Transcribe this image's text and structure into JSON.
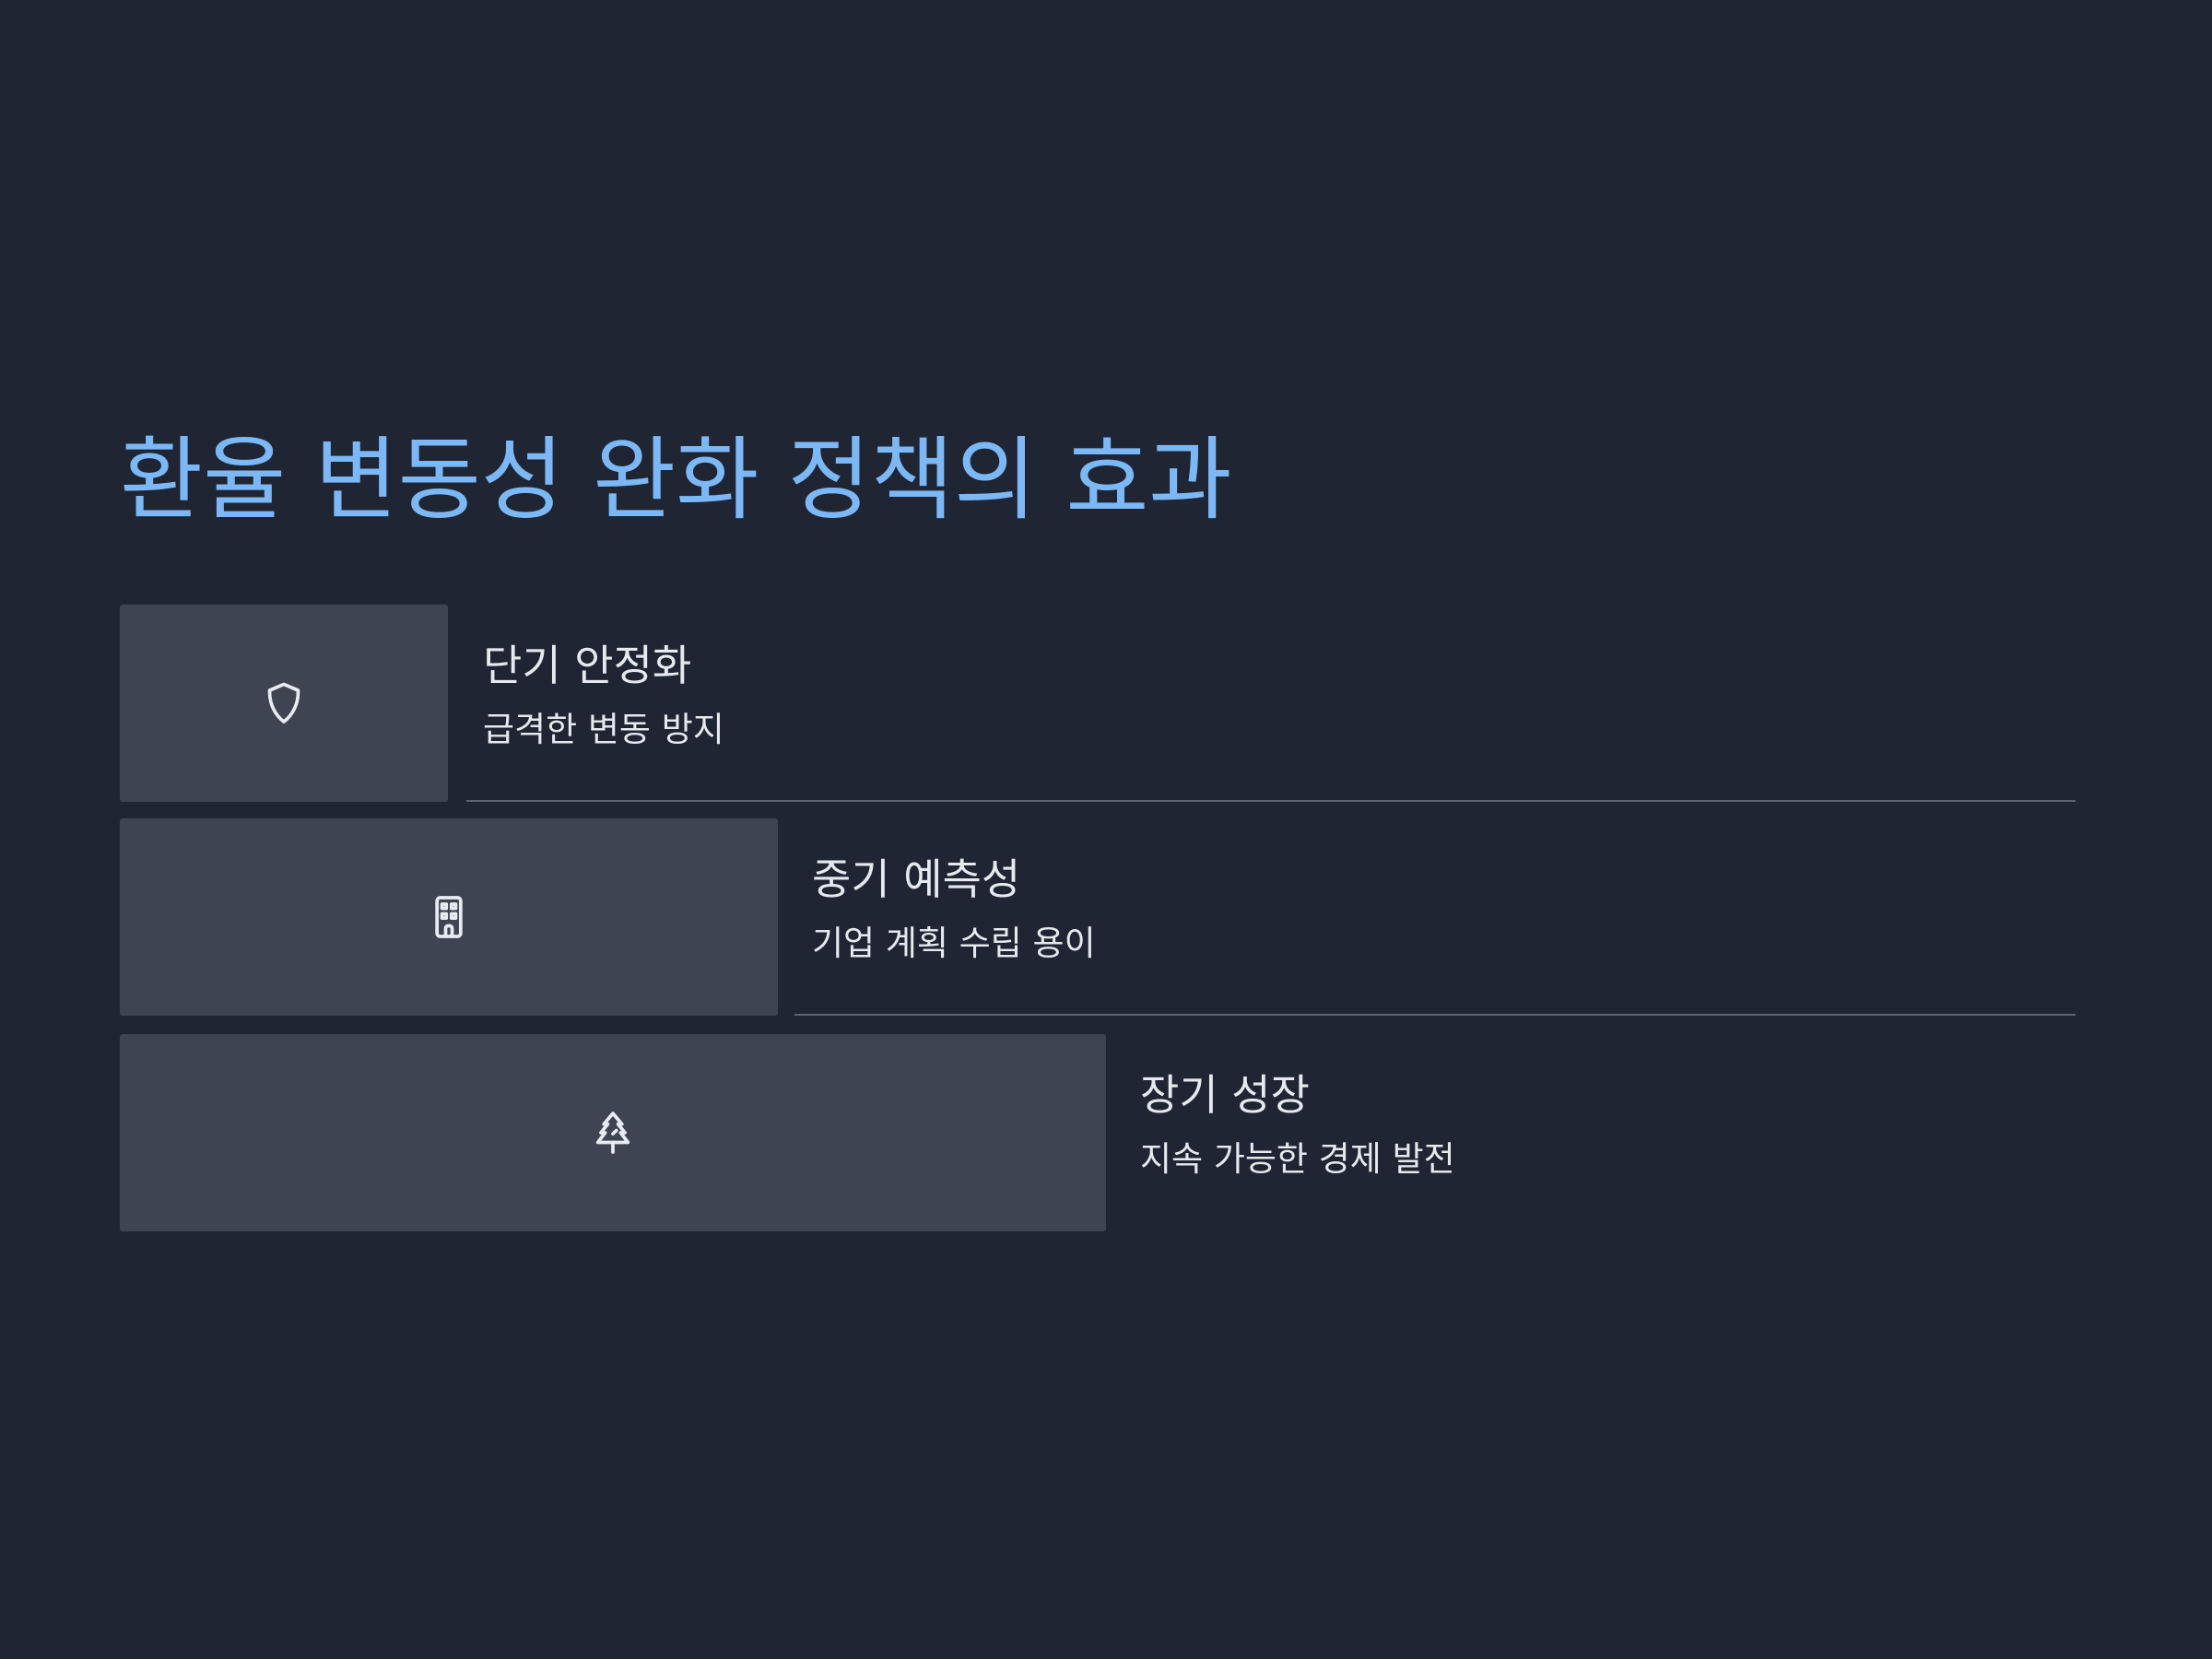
{
  "title": "환율 변동성 완화 정책의 효과",
  "items": [
    {
      "icon": "shield-icon",
      "heading": "단기 안정화",
      "description": "급격한 변동 방지"
    },
    {
      "icon": "building-icon",
      "heading": "중기 예측성",
      "description": "기업 계획 수립 용이"
    },
    {
      "icon": "tree-icon",
      "heading": "장기 성장",
      "description": "지속 가능한 경제 발전"
    }
  ],
  "colors": {
    "background": "#1f2532",
    "title": "#7cb7f6",
    "panel": "#3e4451",
    "text": "#e6e9ee",
    "divider": "#5d6370"
  }
}
